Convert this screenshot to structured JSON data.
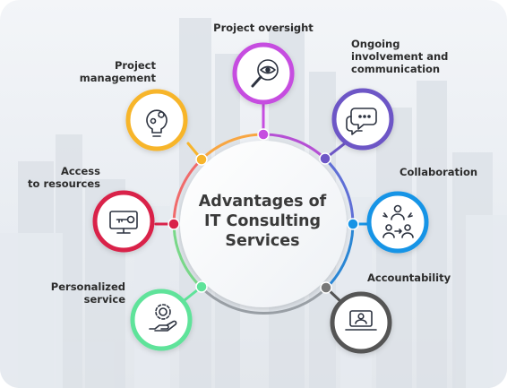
{
  "title_lines": [
    "Advantages of",
    "IT Consulting",
    "Services"
  ],
  "nodes": [
    {
      "id": "project-oversight",
      "lines": [
        "Project oversight"
      ],
      "color": "#c64ee0",
      "icon": "magnifier-eye-icon"
    },
    {
      "id": "ongoing-involvement",
      "lines": [
        "Ongoing",
        "involvement and",
        "communication"
      ],
      "color": "#6d56c6",
      "icon": "chat-bubbles-icon"
    },
    {
      "id": "collaboration",
      "lines": [
        "Collaboration"
      ],
      "color": "#1694e6",
      "icon": "team-exchange-icon"
    },
    {
      "id": "accountability",
      "lines": [
        "Accountability"
      ],
      "color": "#555555",
      "icon": "laptop-user-icon"
    },
    {
      "id": "personalized-service",
      "lines": [
        "Personalized",
        "service"
      ],
      "color": "#5fe39a",
      "icon": "hand-gear-icon"
    },
    {
      "id": "access-to-resources",
      "lines": [
        "Access",
        "to resources"
      ],
      "color": "#d9234a",
      "icon": "monitor-key-icon"
    },
    {
      "id": "project-management",
      "lines": [
        "Project",
        "management"
      ],
      "color": "#f7b52c",
      "icon": "bulb-gears-icon"
    }
  ]
}
